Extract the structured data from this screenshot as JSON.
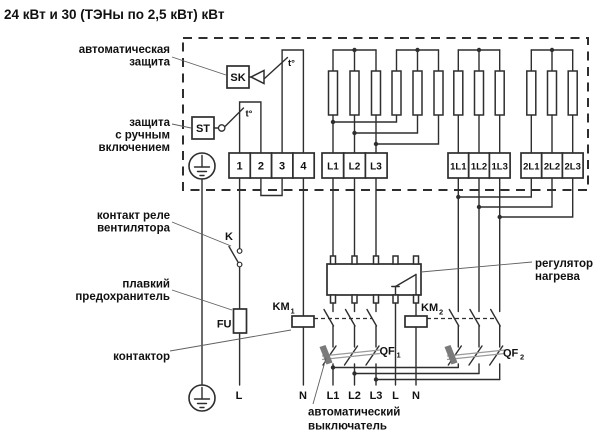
{
  "title": "24 кВт и 30 (ТЭНы по 2,5 кВт) кВт",
  "labels": {
    "auto_protection": {
      "line1": "автоматическая",
      "line2": "защита"
    },
    "manual_protection": {
      "line1": "защита",
      "line2": "с ручным",
      "line3": "включением"
    },
    "fan_relay": {
      "line1": "контакт реле",
      "line2": "вентилятора"
    },
    "fuse": {
      "line1": "плавкий",
      "line2": "предохранитель"
    },
    "contactor": "контактор",
    "regulator": {
      "line1": "регулятор",
      "line2": "нагрева"
    },
    "breaker": {
      "line1": "автоматический",
      "line2": "выключатель"
    }
  },
  "components": {
    "sk": "SK",
    "st": "ST",
    "k": "K",
    "fu": "FU",
    "km": "KM",
    "km1_sub": "1",
    "km2_sub": "2",
    "qf": "QF",
    "qf1_sub": "1",
    "qf2_sub": "2",
    "temp": "t°"
  },
  "terminals": {
    "block_numeric": [
      "1",
      "2",
      "3",
      "4"
    ],
    "block_l": [
      "L1",
      "L2",
      "L3"
    ],
    "block_1l": [
      "1L1",
      "1L2",
      "1L3"
    ],
    "block_2l": [
      "2L1",
      "2L2",
      "2L3"
    ]
  },
  "bottom_leads": [
    "L",
    "N",
    "L1",
    "L2",
    "L3",
    "L",
    "N"
  ],
  "colors": {
    "background": "#ffffff",
    "line": "#2e2e2e",
    "text": "#111111",
    "linkage_gray": "#9a9a9a"
  }
}
